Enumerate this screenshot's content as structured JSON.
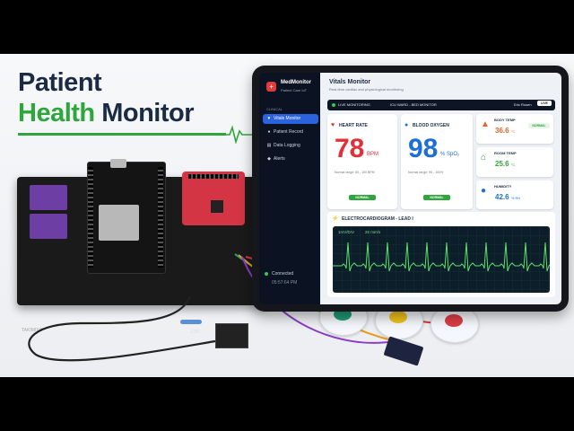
{
  "headline": {
    "line1": "Patient",
    "line2_green": "Health",
    "line2_rest": "Monitor"
  },
  "app": {
    "brand": "MedMonitor",
    "brand_sub": "Patient Care IoT",
    "nav_section": "CLINICAL",
    "nav": [
      {
        "label": "Vitals Monitor",
        "icon": "heart-icon",
        "active": true
      },
      {
        "label": "Patient Record",
        "icon": "user-icon",
        "active": false
      },
      {
        "label": "Data Logging",
        "icon": "document-icon",
        "active": false
      },
      {
        "label": "Alerts",
        "icon": "bell-icon",
        "active": false
      }
    ],
    "connection": "Connected",
    "time": "05:57:64 PM",
    "title": "Vitals Monitor",
    "subtitle": "Real-time cardiac and physiological monitoring",
    "status": {
      "live": "LIVE MONITORING",
      "ward": "ICU WARD - BED MONITOR",
      "user": "Eric Rosen",
      "badge": "LIVE"
    },
    "heart": {
      "title": "HEART RATE",
      "value": "78",
      "unit": "BPM",
      "range": "Normal range: 60 - 100 BPM",
      "status": "NORMAL"
    },
    "oxygen": {
      "title": "BLOOD OXYGEN",
      "value": "98",
      "unit": "% SpO₂",
      "range": "Normal range: 95 - 100%",
      "status": "NORMAL"
    },
    "body_temp": {
      "title": "BODY TEMP",
      "value": "36.6",
      "unit": "°C",
      "status": "NORMAL"
    },
    "room_temp": {
      "title": "ROOM TEMP",
      "value": "25.6",
      "unit": "°C"
    },
    "humidity": {
      "title": "HUMIDITY",
      "value": "42.6",
      "unit": "% RH"
    },
    "ecg": {
      "title": "ELECTROCARDIOGRAM - LEAD I",
      "scale": "1mV/DIV",
      "speed": "25 mm/s"
    }
  },
  "hardware": {
    "board_label": "TAKIMIYO",
    "supply_label": "3.3V"
  },
  "colors": {
    "accent_blue": "#2a62e0",
    "heart_red": "#e0303a",
    "oxygen_blue": "#1d6fd6",
    "normal_green": "#2fa53d",
    "ecg_green": "#5de06a",
    "temp_orange": "#e0662b"
  }
}
